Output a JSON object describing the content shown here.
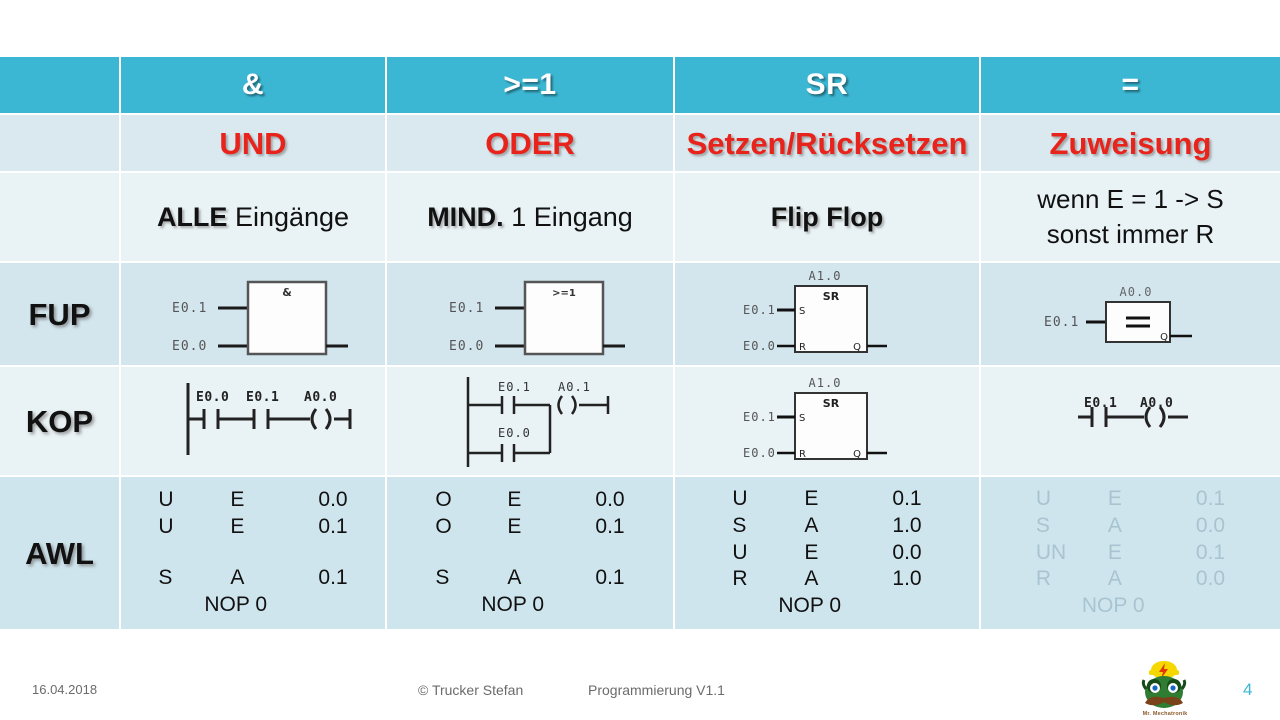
{
  "table": {
    "columns": [
      {
        "symbol": "&",
        "name": "UND",
        "desc_bold": "ALLE",
        "desc_rest": " Eingänge"
      },
      {
        "symbol": ">=1",
        "name": "ODER",
        "desc_bold": "MIND.",
        "desc_rest": " 1 Eingang"
      },
      {
        "symbol": "SR",
        "name": "Setzen/Rücksetzen",
        "desc_bold": "Flip Flop",
        "desc_rest": ""
      },
      {
        "symbol": "=",
        "name": "Zuweisung",
        "desc_line1": "wenn E = 1 -> S",
        "desc_line2": "sonst immer R"
      }
    ],
    "row_labels": {
      "fup": "FUP",
      "kop": "KOP",
      "awl": "AWL"
    },
    "fup": [
      {
        "inputs": [
          "E0.1",
          "E0.0"
        ],
        "block_label": "&",
        "top_label": "",
        "pin_s": "",
        "pin_r": "",
        "pin_q": ""
      },
      {
        "inputs": [
          "E0.1",
          "E0.0"
        ],
        "block_label": ">=1",
        "top_label": "",
        "pin_s": "",
        "pin_r": "",
        "pin_q": ""
      },
      {
        "inputs": [
          "E0.1",
          "E0.0"
        ],
        "block_label": "SR",
        "top_label": "A1.0",
        "pin_s": "S",
        "pin_r": "R",
        "pin_q": "Q"
      },
      {
        "inputs": [
          "E0.1"
        ],
        "block_label": "=",
        "top_label": "A0.0",
        "pin_s": "",
        "pin_r": "",
        "pin_q": "Q"
      }
    ],
    "kop": [
      {
        "contacts": [
          "E0.0",
          "E0.1"
        ],
        "coil": "A0.0"
      },
      {
        "branch_top": "E0.1",
        "branch_bottom": "E0.0",
        "coil": "A0.1"
      },
      {
        "inputs": [
          "E0.1",
          "E0.0"
        ],
        "block_label": "SR",
        "top_label": "A1.0",
        "pin_s": "S",
        "pin_r": "R",
        "pin_q": "Q"
      },
      {
        "contacts": [
          "E0.1"
        ],
        "coil": "A0.0"
      }
    ],
    "awl": [
      {
        "dim": false,
        "lines": [
          {
            "op": "U",
            "operand": "E",
            "addr": "0.0"
          },
          {
            "op": "U",
            "operand": "E",
            "addr": "0.1"
          },
          {
            "blank": true
          },
          {
            "op": "S",
            "operand": "A",
            "addr": "0.1"
          }
        ],
        "nop": "NOP 0"
      },
      {
        "dim": false,
        "lines": [
          {
            "op": "O",
            "operand": "E",
            "addr": "0.0"
          },
          {
            "op": "O",
            "operand": "E",
            "addr": "0.1"
          },
          {
            "blank": true
          },
          {
            "op": "S",
            "operand": "A",
            "addr": "0.1"
          }
        ],
        "nop": "NOP 0"
      },
      {
        "dim": false,
        "lines": [
          {
            "op": "U",
            "operand": "E",
            "addr": "0.1"
          },
          {
            "op": "S",
            "operand": "A",
            "addr": "1.0"
          },
          {
            "op": "U",
            "operand": "E",
            "addr": "0.0"
          },
          {
            "op": "R",
            "operand": "A",
            "addr": "1.0"
          }
        ],
        "nop": "NOP 0"
      },
      {
        "dim": true,
        "lines": [
          {
            "op": "U",
            "operand": "E",
            "addr": "0.1"
          },
          {
            "op": "S",
            "operand": "A",
            "addr": "0.0"
          },
          {
            "op": "UN",
            "operand": "E",
            "addr": "0.1"
          },
          {
            "op": "R",
            "operand": "A",
            "addr": "0.0"
          }
        ],
        "nop": "NOP 0"
      }
    ]
  },
  "footer": {
    "date": "16.04.2018",
    "copyright": "© Trucker Stefan",
    "program": "Programmierung  V1.1",
    "page": "4",
    "logo_caption": "Mr. Mechatronik"
  },
  "colors": {
    "header_teal": "#3cb7d3",
    "accent_red": "#e8231b",
    "row_light": "#e9f2f5",
    "row_blue": "#d3e6ee",
    "dim_text": "#a9c4d1"
  }
}
